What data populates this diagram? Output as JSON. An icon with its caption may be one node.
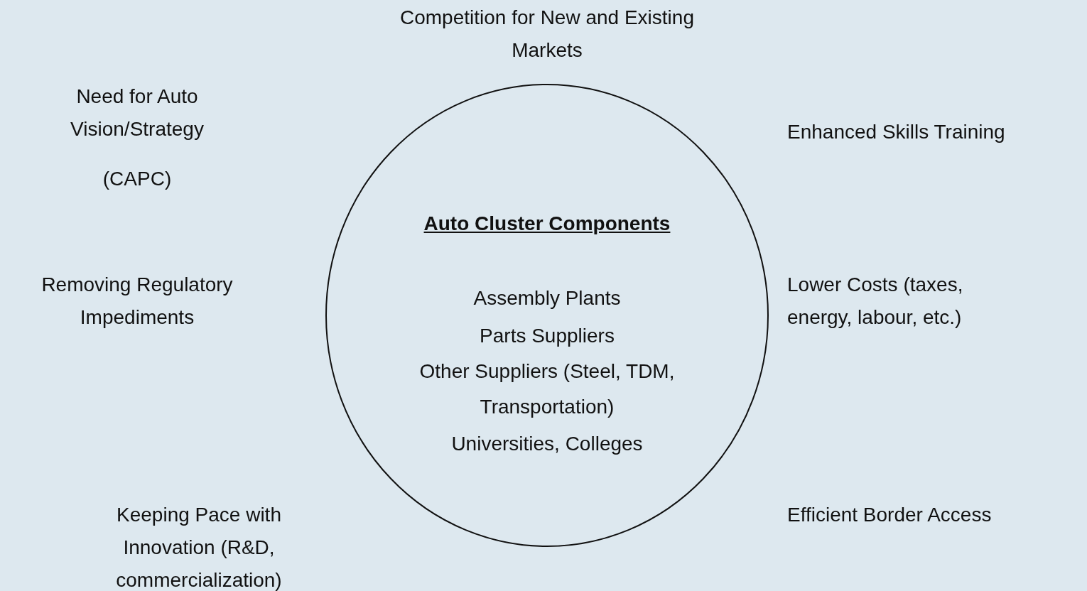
{
  "diagram": {
    "nodes": [
      {
        "text": [
          "Auto Cluster Components",
          "Assembly Plants",
          "Parts Suppliers",
          "Other Suppliers (Steel, TDM, Transportation)",
          "Universities, Colleges"
        ]
      }
    ],
    "edges": [],
    "labels": [
      "Competition for New and Existing Markets",
      "Need for Auto Vision/Strategy",
      "(CAPC)",
      "Enhanced Skills Training",
      "Removing Regulatory Impediments",
      "Lower Costs (taxes, energy, labour, etc.)",
      "Keeping Pace with Innovation (R&D, commercialization)",
      "Efficient Border Access"
    ]
  }
}
